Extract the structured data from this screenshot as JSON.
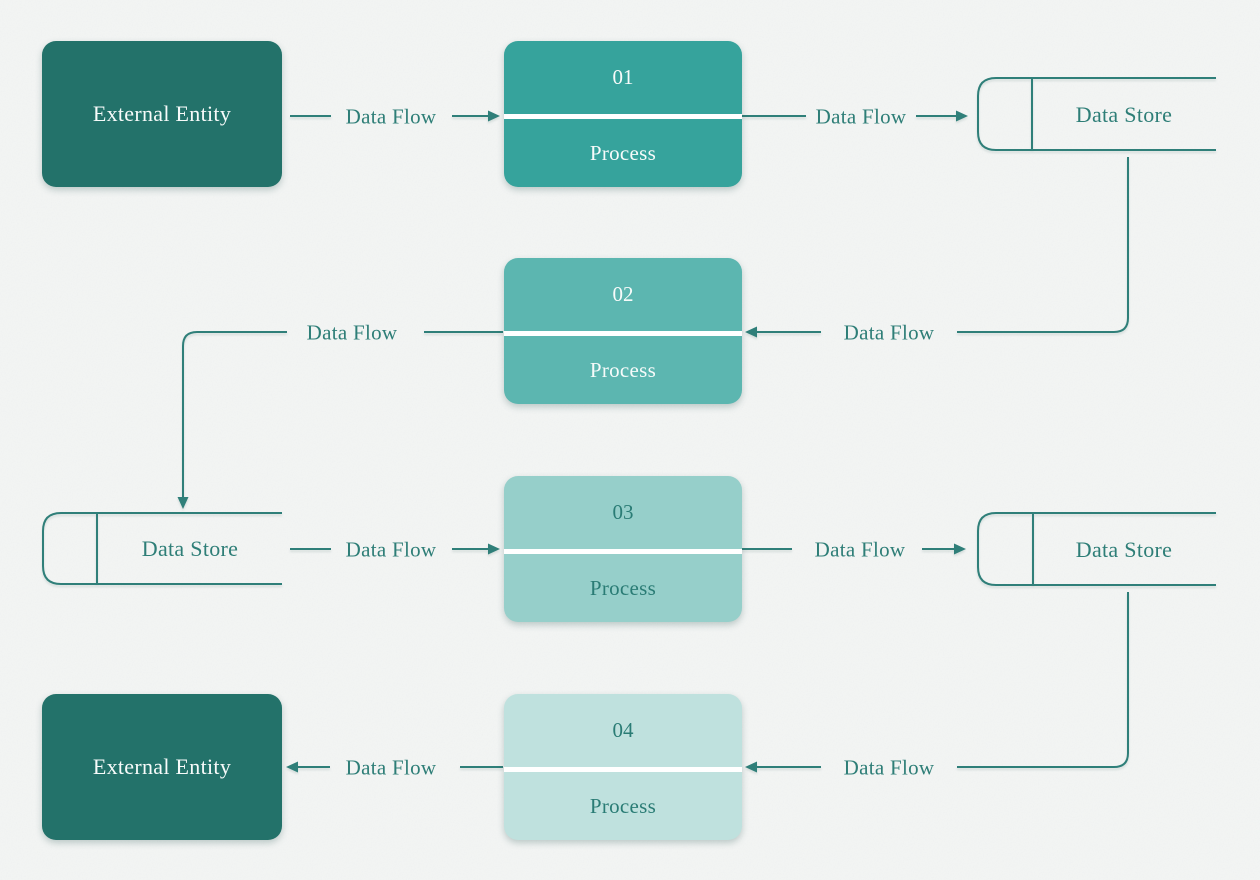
{
  "colors": {
    "background": "#f3f5f4",
    "line": "#2f7f79",
    "label_text": "#2e7e77",
    "entity_fill": "#23726a",
    "entity_text": "#f7fbfa",
    "process1_fill": "#36a39c",
    "process2_fill": "#5cb6b0",
    "process3_fill": "#96cfca",
    "process4_fill": "#bfe1de",
    "process_text_light": "#f7fbfa",
    "process_text_dark": "#2a7c75"
  },
  "entities": {
    "top": {
      "label": "External Entity"
    },
    "bottom": {
      "label": "External Entity"
    }
  },
  "processes": [
    {
      "number": "01",
      "label": "Process"
    },
    {
      "number": "02",
      "label": "Process"
    },
    {
      "number": "03",
      "label": "Process"
    },
    {
      "number": "04",
      "label": "Process"
    }
  ],
  "data_stores": [
    {
      "label": "Data Store"
    },
    {
      "label": "Data Store"
    },
    {
      "label": "Data Store"
    }
  ],
  "flows": [
    {
      "label": "Data Flow",
      "from": "external-entity-top",
      "to": "process-01"
    },
    {
      "label": "Data Flow",
      "from": "process-01",
      "to": "data-store-top-right"
    },
    {
      "label": "Data Flow",
      "from": "data-store-top-right",
      "to": "process-02"
    },
    {
      "label": "Data Flow",
      "from": "process-02",
      "to": "data-store-left"
    },
    {
      "label": "Data Flow",
      "from": "data-store-left",
      "to": "process-03"
    },
    {
      "label": "Data Flow",
      "from": "process-03",
      "to": "data-store-bottom-right"
    },
    {
      "label": "Data Flow",
      "from": "data-store-bottom-right",
      "to": "process-04"
    },
    {
      "label": "Data Flow",
      "from": "process-04",
      "to": "external-entity-bottom"
    }
  ]
}
